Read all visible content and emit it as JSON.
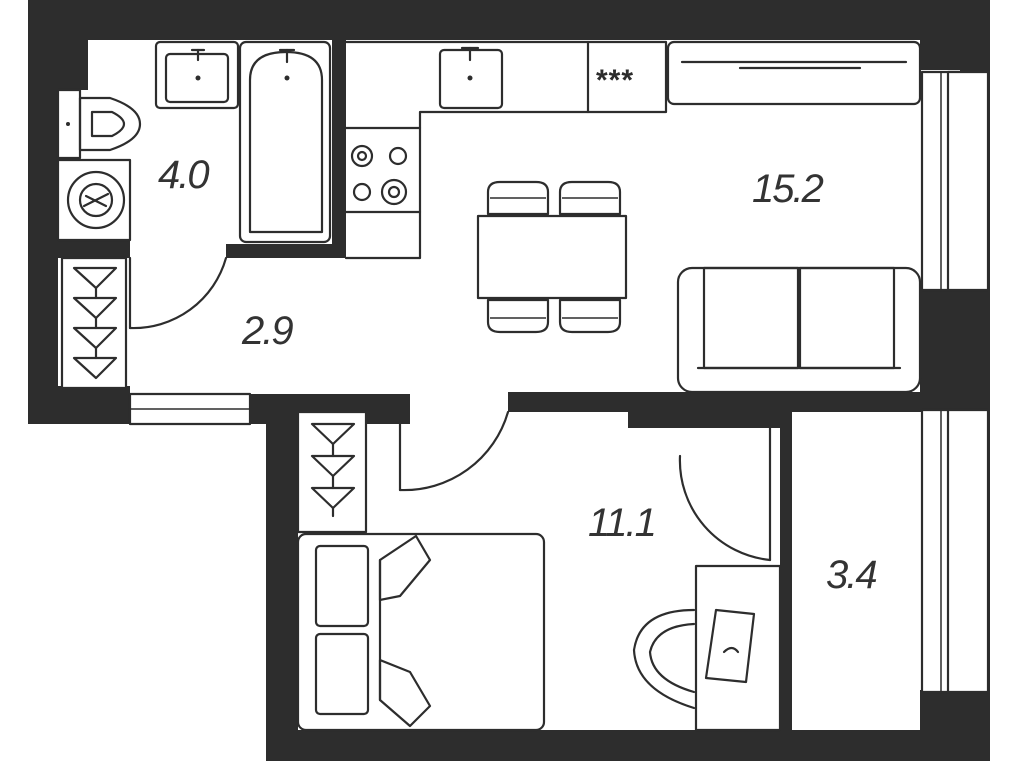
{
  "plan": {
    "rooms": [
      {
        "id": "bathroom",
        "area": "4.0"
      },
      {
        "id": "hallway",
        "area": "2.9"
      },
      {
        "id": "kitchen-living",
        "area": "15.2"
      },
      {
        "id": "bedroom",
        "area": "11.1"
      },
      {
        "id": "balcony",
        "area": "3.4"
      }
    ],
    "fixtures": {
      "refrigerator_label": "***"
    },
    "colors": {
      "walls": "#2d2d2d",
      "floor": "#ffffff",
      "text": "#333333"
    },
    "icons": [
      "toilet-icon",
      "sink-icon",
      "bathtub-icon",
      "washing-machine-icon",
      "wardrobe-icon",
      "stove-icon",
      "table-icon",
      "chair-icon",
      "sofa-icon",
      "bed-icon",
      "desk-icon",
      "office-chair-icon",
      "window-icon",
      "door-icon"
    ]
  }
}
